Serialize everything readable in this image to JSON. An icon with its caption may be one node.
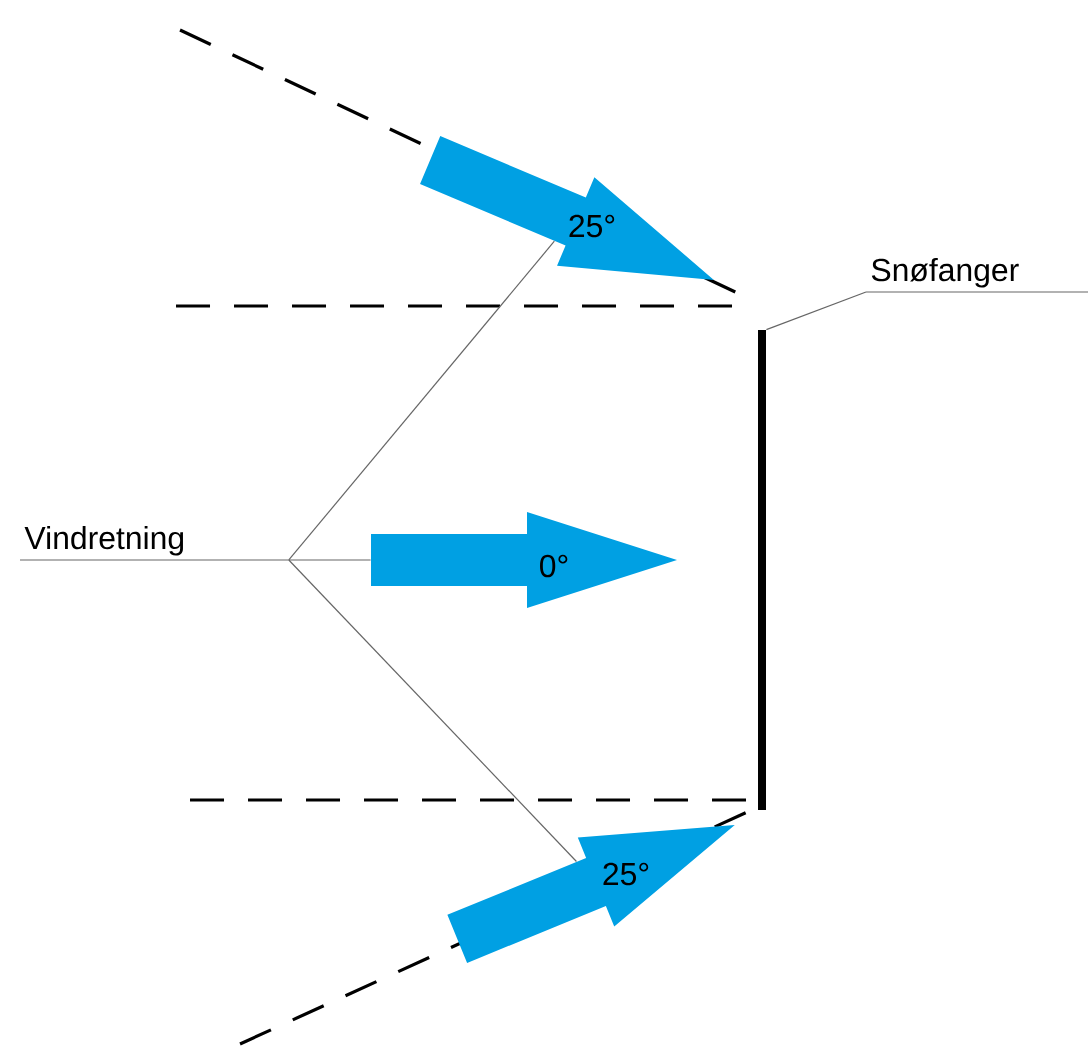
{
  "diagram": {
    "nodes": [
      {
        "text": [
          "Vindretning"
        ]
      },
      {
        "text": [
          "25°"
        ]
      },
      {
        "text": [
          "0°"
        ]
      },
      {
        "text": [
          "25°"
        ]
      },
      {
        "text": [
          "Snøfanger"
        ]
      },
      {
        "text": [],
        "shape": "bar"
      }
    ],
    "edges": [
      {
        "from": 0,
        "to": 1,
        "arrow": "none"
      },
      {
        "from": 0,
        "to": 2,
        "arrow": "none"
      },
      {
        "from": 0,
        "to": 3,
        "arrow": "none"
      },
      {
        "from": 4,
        "to": 5,
        "arrow": "none"
      }
    ]
  }
}
